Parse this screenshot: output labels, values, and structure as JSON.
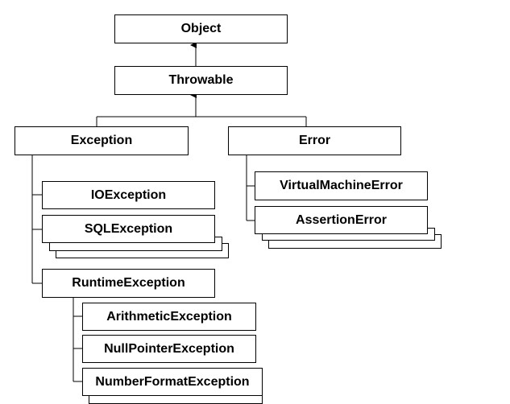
{
  "nodes": {
    "object": "Object",
    "throwable": "Throwable",
    "exception": "Exception",
    "error": "Error",
    "io_exception": "IOException",
    "sql_exception": "SQLException",
    "runtime_exception": "RuntimeException",
    "arithmetic_exception": "ArithmeticException",
    "null_pointer_exception": "NullPointerException",
    "number_format_exception": "NumberFormatException",
    "virtual_machine_error": "VirtualMachineError",
    "assertion_error": "AssertionError"
  },
  "colors": {
    "line": "#000000",
    "box_fill": "#ffffff",
    "text": "#000000"
  }
}
